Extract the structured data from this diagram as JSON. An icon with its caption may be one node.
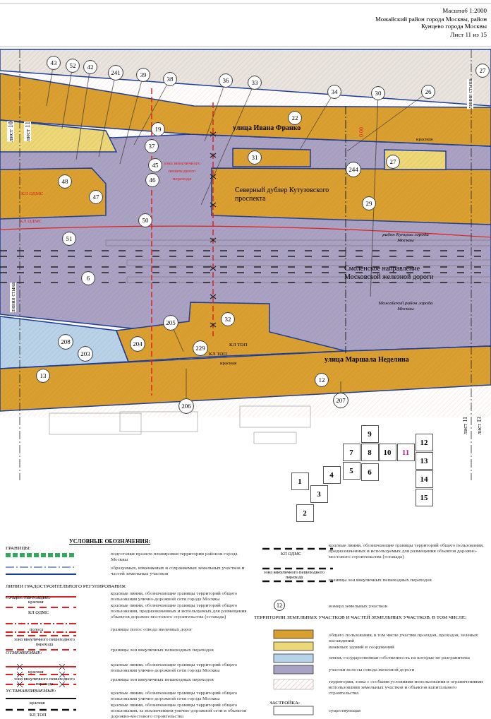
{
  "diagram": {
    "nodes": [
      {
        "text": [
          "43"
        ]
      },
      {
        "text": [
          "52"
        ]
      },
      {
        "text": [
          "42"
        ]
      },
      {
        "text": [
          "241"
        ]
      },
      {
        "text": [
          "39"
        ]
      },
      {
        "text": [
          "38"
        ]
      },
      {
        "text": [
          "36"
        ]
      },
      {
        "text": [
          "33"
        ]
      },
      {
        "text": [
          "34"
        ]
      },
      {
        "text": [
          "30"
        ]
      },
      {
        "text": [
          "26"
        ]
      },
      {
        "text": [
          "27"
        ]
      },
      {
        "text": [
          "22"
        ]
      },
      {
        "text": [
          "19"
        ]
      },
      {
        "text": [
          "37"
        ]
      },
      {
        "text": [
          "31"
        ]
      },
      {
        "text": [
          "27"
        ]
      },
      {
        "text": [
          "45"
        ]
      },
      {
        "text": [
          "244"
        ]
      },
      {
        "text": [
          "46"
        ]
      },
      {
        "text": [
          "48"
        ]
      },
      {
        "text": [
          "47"
        ]
      },
      {
        "text": [
          "29"
        ]
      },
      {
        "text": [
          "50"
        ]
      },
      {
        "text": [
          "51"
        ]
      },
      {
        "text": [
          "6"
        ]
      },
      {
        "text": [
          "32"
        ]
      },
      {
        "text": [
          "205"
        ]
      },
      {
        "text": [
          "208"
        ]
      },
      {
        "text": [
          "204"
        ]
      },
      {
        "text": [
          "229"
        ]
      },
      {
        "text": [
          "203"
        ]
      },
      {
        "text": [
          "13"
        ]
      },
      {
        "text": [
          "12"
        ]
      },
      {
        "text": [
          "207"
        ]
      },
      {
        "text": [
          "206"
        ]
      },
      {
        "text": [
          "9"
        ]
      },
      {
        "text": [
          "12"
        ]
      },
      {
        "text": [
          "7"
        ]
      },
      {
        "text": [
          "8"
        ]
      },
      {
        "text": [
          "10"
        ]
      },
      {
        "text": [
          "11"
        ]
      },
      {
        "text": [
          "13"
        ]
      },
      {
        "text": [
          "1"
        ]
      },
      {
        "text": [
          "4"
        ]
      },
      {
        "text": [
          "5"
        ]
      },
      {
        "text": [
          "6"
        ]
      },
      {
        "text": [
          "3"
        ]
      },
      {
        "text": [
          "14"
        ]
      },
      {
        "text": [
          "2"
        ]
      },
      {
        "text": [
          "15"
        ]
      }
    ],
    "edges": [
      {
        "from": 0,
        "to": null,
        "arrow": "none"
      },
      {
        "from": 1,
        "to": null,
        "arrow": "none"
      },
      {
        "from": 2,
        "to": null,
        "arrow": "none"
      },
      {
        "from": 3,
        "to": null,
        "arrow": "none"
      },
      {
        "from": 4,
        "to": null,
        "arrow": "none"
      },
      {
        "from": 5,
        "to": null,
        "arrow": "none"
      },
      {
        "from": 6,
        "to": null,
        "arrow": "none"
      },
      {
        "from": 7,
        "to": null,
        "arrow": "none"
      },
      {
        "from": 8,
        "to": null,
        "arrow": "none"
      },
      {
        "from": 9,
        "to": null,
        "arrow": "none"
      },
      {
        "from": 10,
        "to": null,
        "arrow": "none"
      },
      {
        "from": 27,
        "to": null,
        "arrow": "none"
      },
      {
        "from": 34,
        "to": null,
        "arrow": "none"
      },
      {
        "from": 35,
        "to": null,
        "arrow": "none"
      }
    ],
    "labels": [
      "Масштаб 1:2000",
      "Можайский район города Москвы, район Кунцево города Москвы",
      "Лист 11 из 15",
      "лист 10",
      "лист 11",
      "линия стыка",
      "улица Ивана Франко",
      "0.00",
      "красная",
      "зона внеуличного пешеходного перехода",
      "КЛ ОДМС",
      "КЛ ОДМС",
      "Северный дублер Кутузовского проспекта",
      "район Кунцево города Москвы",
      "Смоленское направление Московской железной дороги",
      "Можайский район города Москвы",
      "линия стыка",
      "КЛ ТОП",
      "КЛ ТОП",
      "красная",
      "улица Маршала Неделина",
      "лист 11",
      "лист 13",
      "УСЛОВНЫЕ ОБОЗНАЧЕНИЯ:",
      "ГРАНИЦЫ:",
      "ЛИНИИ ГРАДОСТРОИТЕЛЬНОГО РЕГУЛИРОВАНИЯ:",
      "СУЩЕСТВУЮЩИЕ:",
      "красная",
      "КЛ ОДМС",
      "полоса",
      "зона внеуличного пешеходного перехода",
      "ОТМЕНЯЕМЫЕ:",
      "красная",
      "зона внеуличного пешеходного перехода",
      "УСТАНАВЛИВАЕМЫЕ:",
      "красная",
      "КЛ ТОП",
      "КЛ ОДМС",
      "зона внеуличного пешеходного перехода",
      "12",
      "ТЕРРИТОРИИ ЗЕМЕЛЬНЫХ УЧАСТКОВ И ЧАСТЕЙ ЗЕМЕЛЬНЫХ УЧАСТКОВ, В ТОМ ЧИСЛЕ:",
      "ЗАСТРОЙКА:"
    ],
    "legend": [
      {
        "text": "подготовки проекта планировки территории районов города Москвы"
      },
      {
        "text": "образуемых, изменяемых и сохраняемых земельных участков и частей земельных участков"
      },
      {
        "text": "красные линии, обозначающие границы территорий общего пользования улично-дорожной сети города Москвы"
      },
      {
        "text": "красные линии, обозначающие границы территорий общего пользования, предназначенных и используемых для размещения объектов дорожно-мостового строительства (эстакада)"
      },
      {
        "text": "границы полос отвода железных дорог"
      },
      {
        "text": "границы зон внеуличных пешеходных переходов"
      },
      {
        "text": "красные линии, обозначающие границы территорий общего пользования улично-дорожной сети города Москвы"
      },
      {
        "text": "границы зон внеуличных пешеходных переходов"
      },
      {
        "text": "красные линии, обозначающие границы территорий общего пользования улично-дорожной сети города Москвы"
      },
      {
        "text": "красные линии, обозначающие границы территорий общего пользования, за исключением улично-дорожной сети и объектов дорожно-мостового строительства"
      },
      {
        "text": "красные линии, обозначающие границы территорий общего пользования, предназначенных и используемых для размещения объектов дорожно-мостового строительства (эстакада)"
      },
      {
        "text": "границы зон внеуличных пешеходных переходов"
      },
      {
        "text": "номера земельных участков"
      },
      {
        "text": "общего пользования, в том числе участки проездов, проходов, зеленых насаждений",
        "color": "#d9a030"
      },
      {
        "text": "нежилых зданий и сооружений",
        "color": "#ecd877"
      },
      {
        "text": "земли, государственная собственность на которые не разграничена",
        "color": "#b7d3ea"
      },
      {
        "text": "участки полосы отвода железной дороги",
        "color": "#a8a2c4"
      },
      {
        "text": "территории, зоны с особыми условиями использования и ограничениями использования земельных участков и объектов капитального строительства"
      },
      {
        "text": "существующая"
      }
    ]
  }
}
